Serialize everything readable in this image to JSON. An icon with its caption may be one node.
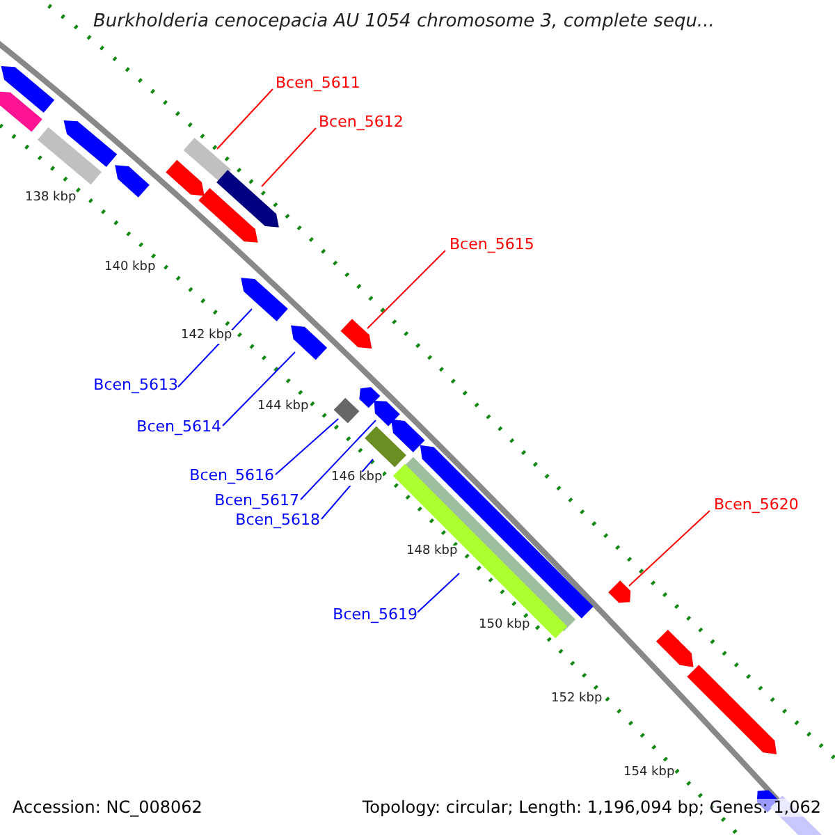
{
  "diagram": {
    "title": "Burkholderia cenocepacia AU 1054 chromosome 3, complete sequ...",
    "nodes": [
      {
        "text": [
          "Bcen_5611"
        ]
      },
      {
        "text": [
          "Bcen_5612"
        ]
      },
      {
        "text": [
          "Bcen_5615"
        ]
      },
      {
        "text": [
          "Bcen_5613"
        ]
      },
      {
        "text": [
          "Bcen_5614"
        ]
      },
      {
        "text": [
          "Bcen_5616"
        ]
      },
      {
        "text": [
          "Bcen_5620"
        ]
      },
      {
        "text": [
          "Bcen_5617"
        ]
      },
      {
        "text": [
          "Bcen_5618"
        ]
      },
      {
        "text": [
          "Bcen_5619"
        ]
      },
      {
        "text": [],
        "shape": "bar"
      },
      {
        "text": [],
        "shape": "bar"
      },
      {
        "text": [],
        "shape": "bar"
      },
      {
        "text": [],
        "shape": "bar"
      },
      {
        "text": [],
        "shape": "bar"
      },
      {
        "text": [],
        "shape": "bar"
      },
      {
        "text": [],
        "shape": "bar"
      },
      {
        "text": [],
        "shape": "bar"
      },
      {
        "text": [],
        "shape": "bar"
      },
      {
        "text": [],
        "shape": "bar"
      },
      {
        "text": [],
        "shape": "bar"
      },
      {
        "text": [],
        "shape": "bar"
      },
      {
        "text": [],
        "shape": "bar"
      },
      {
        "text": [],
        "shape": "box"
      },
      {
        "text": [],
        "shape": "bar"
      },
      {
        "text": [],
        "shape": "bar"
      },
      {
        "text": [],
        "shape": "bar"
      },
      {
        "text": [],
        "shape": "bar"
      },
      {
        "text": [],
        "shape": "bar"
      },
      {
        "text": [],
        "shape": "bar"
      },
      {
        "text": [],
        "shape": "bar"
      },
      {
        "text": [],
        "shape": "bar"
      },
      {
        "text": [],
        "shape": "bar"
      },
      {
        "text": [],
        "shape": "bar"
      },
      {
        "text": [],
        "shape": "bar"
      }
    ],
    "edges": [
      {
        "from": 0,
        "to": 14,
        "arrow": "none",
        "color": "#ff0000"
      },
      {
        "from": 1,
        "to": 17,
        "arrow": "none",
        "color": "#ff0000"
      },
      {
        "from": 2,
        "to": 20,
        "arrow": "none",
        "color": "#ff0000"
      },
      {
        "from": 3,
        "to": 19,
        "arrow": "none"
      },
      {
        "from": 4,
        "to": 21,
        "arrow": "none"
      },
      {
        "from": 5,
        "to": 23,
        "arrow": "none"
      },
      {
        "from": 6,
        "to": 30,
        "arrow": "none",
        "color": "#ff0000"
      },
      {
        "from": 7,
        "to": 24,
        "arrow": "none"
      },
      {
        "from": 8,
        "to": 26,
        "arrow": "none"
      },
      {
        "from": 9,
        "to": 29,
        "arrow": "none"
      }
    ],
    "labels": [
      "138 kbp",
      "140 kbp",
      "142 kbp",
      "144 kbp",
      "146 kbp",
      "148 kbp",
      "150 kbp",
      "152 kbp",
      "154 kbp",
      "Accession: NC_008062",
      "Topology: circular; Length: 1,196,094 bp; Genes: 1,062"
    ]
  }
}
